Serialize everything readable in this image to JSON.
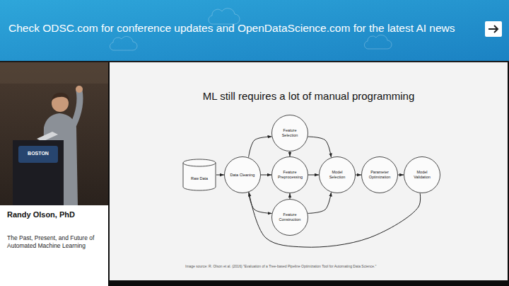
{
  "diagram": {
    "title": "ML still requires a lot of manual programming",
    "caption": "Image source: R. Olson et al. (2016) \"Evaluation of a Tree-based Pipeline Optimization Tool for Automating Data Science.\"",
    "nodes": [
      {
        "text": [
          "Raw Data"
        ]
      },
      {
        "text": [
          "Data Cleaning"
        ]
      },
      {
        "text": [
          "Feature Selection"
        ]
      },
      {
        "text": [
          "Feature Preprocessing"
        ]
      },
      {
        "text": [
          "Feature Construction"
        ]
      },
      {
        "text": [
          "Model Selection"
        ]
      },
      {
        "text": [
          "Parameter Optimization"
        ]
      },
      {
        "text": [
          "Model Validation"
        ]
      }
    ],
    "edges": [
      {
        "from": 0,
        "to": 1,
        "arrow": "to"
      },
      {
        "from": 1,
        "to": 2,
        "arrow": "to"
      },
      {
        "from": 1,
        "to": 3,
        "arrow": "to"
      },
      {
        "from": 1,
        "to": 4,
        "arrow": "to"
      },
      {
        "from": 2,
        "to": 3,
        "arrow": "to"
      },
      {
        "from": 4,
        "to": 3,
        "arrow": "to"
      },
      {
        "from": 2,
        "to": 5,
        "arrow": "to"
      },
      {
        "from": 3,
        "to": 5,
        "arrow": "to"
      },
      {
        "from": 4,
        "to": 5,
        "arrow": "to"
      },
      {
        "from": 5,
        "to": 6,
        "arrow": "to"
      },
      {
        "from": 6,
        "to": 7,
        "arrow": "to"
      },
      {
        "from": 7,
        "to": 1,
        "arrow": "to"
      }
    ],
    "labels": [
      "Check ODSC.com for conference updates and OpenDataScience.com for the latest AI news",
      "BOSTON",
      "Randy Olson, PhD",
      "The Past, Present, and Future of Automated Machine Learning"
    ]
  }
}
